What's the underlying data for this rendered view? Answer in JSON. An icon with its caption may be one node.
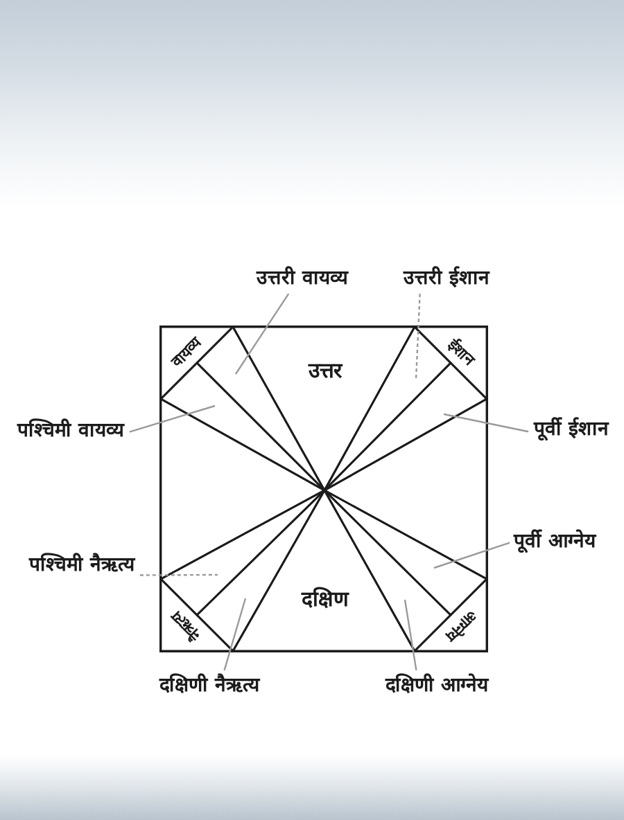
{
  "diagram": {
    "nodes": [
      {
        "text": [
          "उत्तरी वायव्य"
        ]
      },
      {
        "text": [
          "उत्तरी ईशान"
        ]
      },
      {
        "text": [],
        "shape": "box"
      },
      {
        "text": [
          "वायव्य"
        ],
        "in": 2
      },
      {
        "text": [
          "उत्तर"
        ],
        "in": 2
      },
      {
        "text": [
          "ईशान"
        ],
        "in": 2
      },
      {
        "text": [],
        "shape": "triangle",
        "in": 2
      },
      {
        "text": [],
        "shape": "triangle",
        "in": 2
      },
      {
        "text": [],
        "shape": "triangle",
        "in": 2
      },
      {
        "text": [],
        "shape": "triangle",
        "in": 2
      },
      {
        "text": [
          "पश्चिमी वायव्य"
        ]
      },
      {
        "text": [
          "पूर्वी ईशान"
        ]
      },
      {
        "text": [],
        "shape": "triangle",
        "in": 2
      },
      {
        "text": [],
        "shape": "triangle",
        "in": 2
      },
      {
        "text": [],
        "shape": "triangle",
        "in": 2
      },
      {
        "text": [],
        "shape": "triangle",
        "in": 2
      },
      {
        "text": [
          "पश्चिमी नैऋत्य"
        ]
      },
      {
        "text": [
          "पूर्वी आग्नेय"
        ]
      },
      {
        "text": [
          "दक्षिण"
        ],
        "in": 2
      },
      {
        "text": [],
        "shape": "triangle",
        "in": 2
      },
      {
        "text": [],
        "shape": "triangle",
        "in": 2
      },
      {
        "text": [
          "नैऋत्य"
        ],
        "in": 2
      },
      {
        "text": [
          "आग्नेय"
        ],
        "in": 2
      },
      {
        "text": [
          "दक्षिणी नैऋत्य"
        ]
      },
      {
        "text": [
          "दक्षिणी आग्नेय"
        ]
      }
    ],
    "edges": [
      {
        "from": 0,
        "to": 6,
        "arrow": "none"
      },
      {
        "from": 1,
        "to": 7,
        "arrow": "none",
        "style": "dashed"
      },
      {
        "from": 10,
        "to": 8,
        "arrow": "none"
      },
      {
        "from": 11,
        "to": 9,
        "arrow": "none"
      },
      {
        "from": 16,
        "to": 14,
        "arrow": "none",
        "style": "dashed"
      },
      {
        "from": 17,
        "to": 15,
        "arrow": "none"
      },
      {
        "from": 23,
        "to": 19,
        "arrow": "none"
      },
      {
        "from": 24,
        "to": 20,
        "arrow": "none"
      }
    ]
  }
}
